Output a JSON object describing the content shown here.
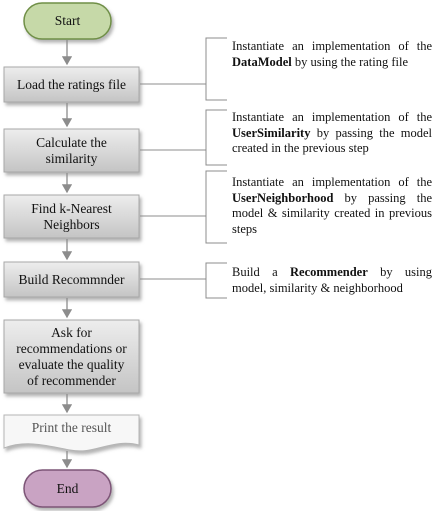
{
  "flow": {
    "start": "Start",
    "load": "Load the ratings file",
    "calc_line1": "Calculate the",
    "calc_line2": "similarity",
    "find_line1": "Find k-Nearest",
    "find_line2": "Neighbors",
    "build": "Build Recommnder",
    "ask_line1": "Ask for",
    "ask_line2": "recommendations or",
    "ask_line3": "evaluate the quality",
    "ask_line4": "of recommender",
    "print": "Print the result",
    "end": "End"
  },
  "notes": {
    "n1": {
      "a": "Instantiate an implementation of the ",
      "b": "DataModel",
      "c": " by using the rating file"
    },
    "n2": {
      "a": "Instantiate an implementation of the ",
      "b": "UserSimilarity",
      "c": " by passing the model created in the previous step"
    },
    "n3": {
      "a": "Instantiate an implementation of the ",
      "b": "UserNeighborhood",
      "c": " by passing the model & similarity created in previous steps"
    },
    "n4": {
      "a": "Build a ",
      "b": "Recommender",
      "c": " by using model, similarity & neighborhood"
    }
  },
  "colors": {
    "start_fill": "#c6d9a8",
    "start_stroke": "#6f8f46",
    "end_fill": "#c9a3c3",
    "end_stroke": "#7d5577",
    "box_fill_top": "#e6e6e6",
    "box_fill_bottom": "#c8c8c8",
    "line": "#8c8c8c"
  }
}
